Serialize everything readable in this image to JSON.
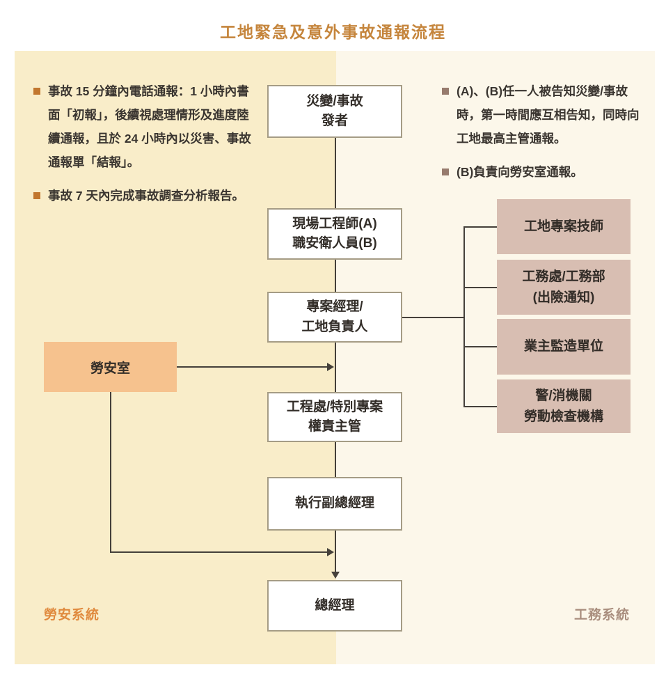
{
  "title": "工地緊急及意外事故通報流程",
  "left_panel": {
    "system_label": "勞安系統",
    "labor_office_box": "勞安室",
    "notes": [
      "事故 15 分鐘內電話通報：1 小時內書面「初報」，後續視處理情形及進度陸續通報，且於 24 小時內以災害、事故通報單「結報」。",
      "事故 7 天內完成事故調查分析報告。"
    ]
  },
  "right_panel": {
    "system_label": "工務系統",
    "notes": [
      "(A)、(B)任一人被告知災變/事故時，第一時間應互相告知，同時向工地最高主管通報。",
      "(B)負責向勞安室通報。"
    ],
    "boxes": [
      "工地專案技師",
      "工務處/工務部\n(出險通知)",
      "業主監造單位",
      "警/消機關\n勞動檢查機構"
    ]
  },
  "flow": {
    "boxes": [
      "災變/事故\n發者",
      "現場工程師(A)\n職安衛人員(B)",
      "專案經理/\n工地負責人",
      "工程處/特別專案\n權責主管",
      "執行副總經理",
      "總經理"
    ]
  },
  "colors": {
    "title": "#c5853c",
    "panel_left_bg": "#f9edc9",
    "panel_right_bg": "#fcf7ea",
    "flow_box_border": "#a59c85",
    "branch_box_bg": "#d8beb2",
    "labor_office_box_bg": "#f6c28e",
    "connector_line": "#45403a",
    "bullet_left": "#c2772e",
    "bullet_right": "#977b6d",
    "label_left": "#e08a3e",
    "label_right": "#a98e7e"
  }
}
